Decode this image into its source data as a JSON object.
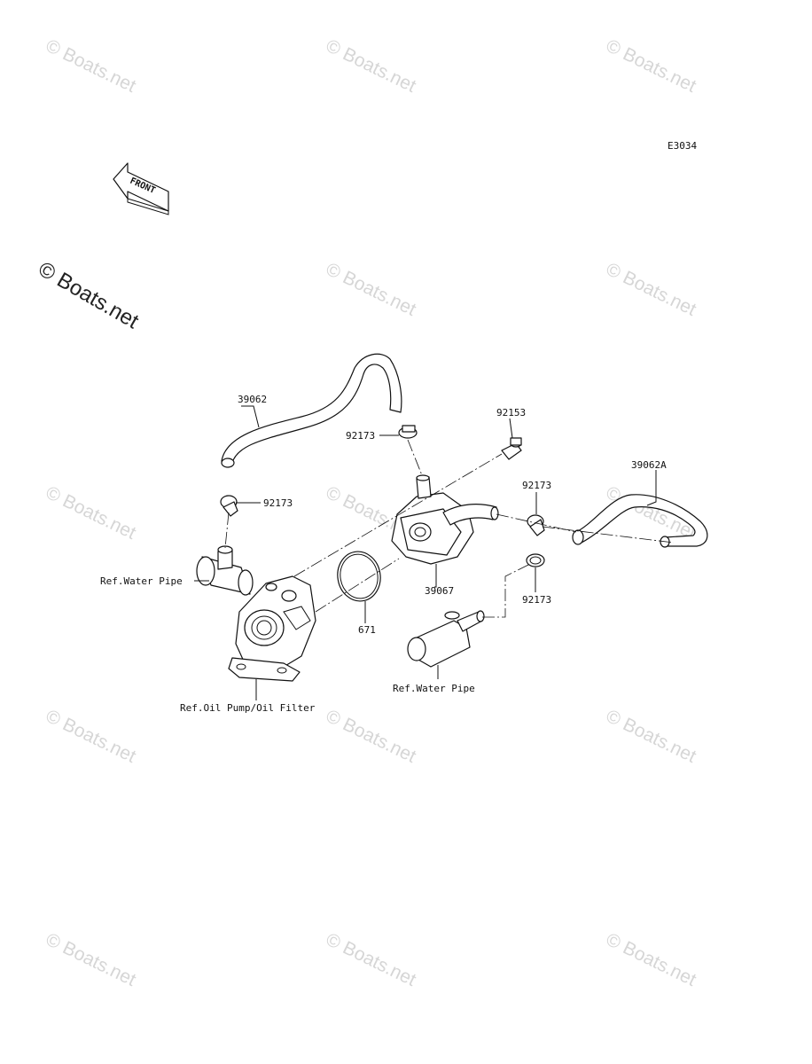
{
  "watermark": "© Boats.net",
  "diagram_code": "E3034",
  "front_arrow": "FRONT",
  "labels": {
    "p39062": "39062",
    "p92173_top": "92173",
    "p92173_left": "92173",
    "p92153": "92153",
    "p92173_right": "92173",
    "p39062A": "39062A",
    "p39067": "39067",
    "p92173_lower": "92173",
    "p671": "671",
    "ref_water_pipe_left": "Ref.Water Pipe",
    "ref_water_pipe_right": "Ref.Water Pipe",
    "ref_oil_pump": "Ref.Oil Pump/Oil Filter"
  }
}
